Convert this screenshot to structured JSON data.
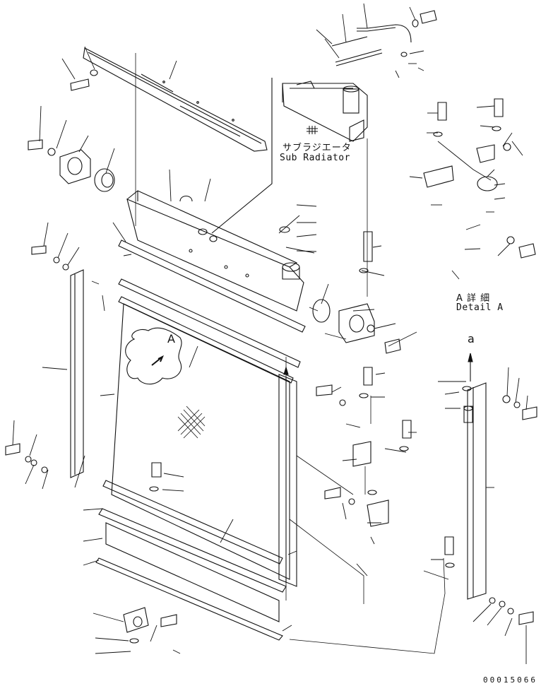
{
  "diagram": {
    "sub_radiator_label_jp": "サブラジエータ",
    "sub_radiator_label_en": "Sub Radiator",
    "detail_a_label_jp": "A 詳 細",
    "detail_a_label_en": "Detail A",
    "view_letter_upper": "A",
    "view_letter_lower": "a",
    "drawing_number": "00015066"
  },
  "colors": {
    "line": "#111111",
    "background": "#ffffff"
  }
}
